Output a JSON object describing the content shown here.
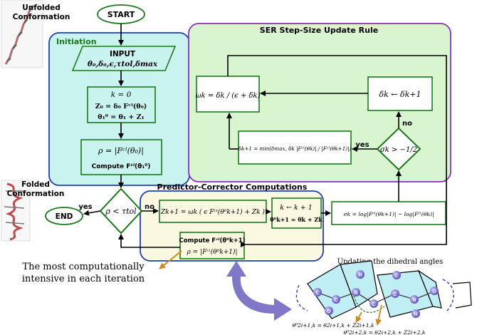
{
  "start": "START",
  "end": "END",
  "unfolded_label": [
    "Unfolded",
    "Conformation"
  ],
  "folded_label": [
    "Folded",
    "Conformation"
  ],
  "initiation": {
    "title": "Initiation",
    "input_title": "INPUT",
    "input_params": "θ₀,δ₀,ϵ,τtol,δmax",
    "init_lines": [
      "k = 0",
      "Z₀ = δ₀ Fᶜˡ(θ₀)",
      "θ₁⁰ = θ₁ + Z₁"
    ],
    "rho_line": "ρ = |Fᶜˡ(θ₀)|",
    "compute_line": "Compute  Fᶜˡ(θ₁⁰)"
  },
  "decision_tol": "ρ < τtol",
  "yes_label": "yes",
  "no_label": "no",
  "ser": {
    "title": "SER Step-Size Update Rule",
    "omega": "ωk = δk / (ϵ + δk)",
    "delta_update": "δk ← δk+1",
    "delta_min": "δk+1 = min(δmax, δk |Fᶜˡ(θk)| / |Fᶜˡ(θk+1)|)",
    "sigma_cond": "σk > −1/2",
    "yes": "yes",
    "no": "no"
  },
  "pc": {
    "title": "Predictor-Corrector Computations",
    "z_update": "Zk+1 = ωk ( ϵ Fᶜˡ(θ⁰k+1) + Zk )",
    "k_update": [
      "k ← k + 1",
      "θ⁰k+1 = θk + Zk"
    ],
    "sigma_def": "σk = log|Fᶜˡ(θk+1)| − log|Fᶜˡ(θk)|",
    "compute": [
      "Compute Fᶜˡ(θ⁰k+1)",
      "ρ = |Fᶜˡ(θ⁰k+1)|"
    ]
  },
  "annotation": [
    "The most computationally",
    "intensive in each iteration"
  ],
  "dihedral_title": "Updating the dihedral angles",
  "dihedral_eq1": "θ⁰2i+1,k = θ2i+1,k + Z2i+1,k",
  "dihedral_eq2": "θ⁰2i+2,k = θ2i+2,k + Z2i+2,k",
  "atoms": [
    "C",
    "C",
    "O",
    "N",
    "H",
    "C",
    "C",
    "C",
    "N",
    "H",
    "O"
  ],
  "colors": {
    "initiation_bg": "#c9f3ef",
    "initiation_border": "#1f3fb8",
    "ser_bg": "#d9f5cf",
    "ser_border": "#8c2fb8",
    "pc_bg": "#fbf8e2",
    "pc_border": "#1f3fb8",
    "box_border": "#1a7a1a",
    "arrow_orange": "#d08a1c",
    "big_arrow": "#8177c9",
    "atom": "#7b6fd6"
  }
}
